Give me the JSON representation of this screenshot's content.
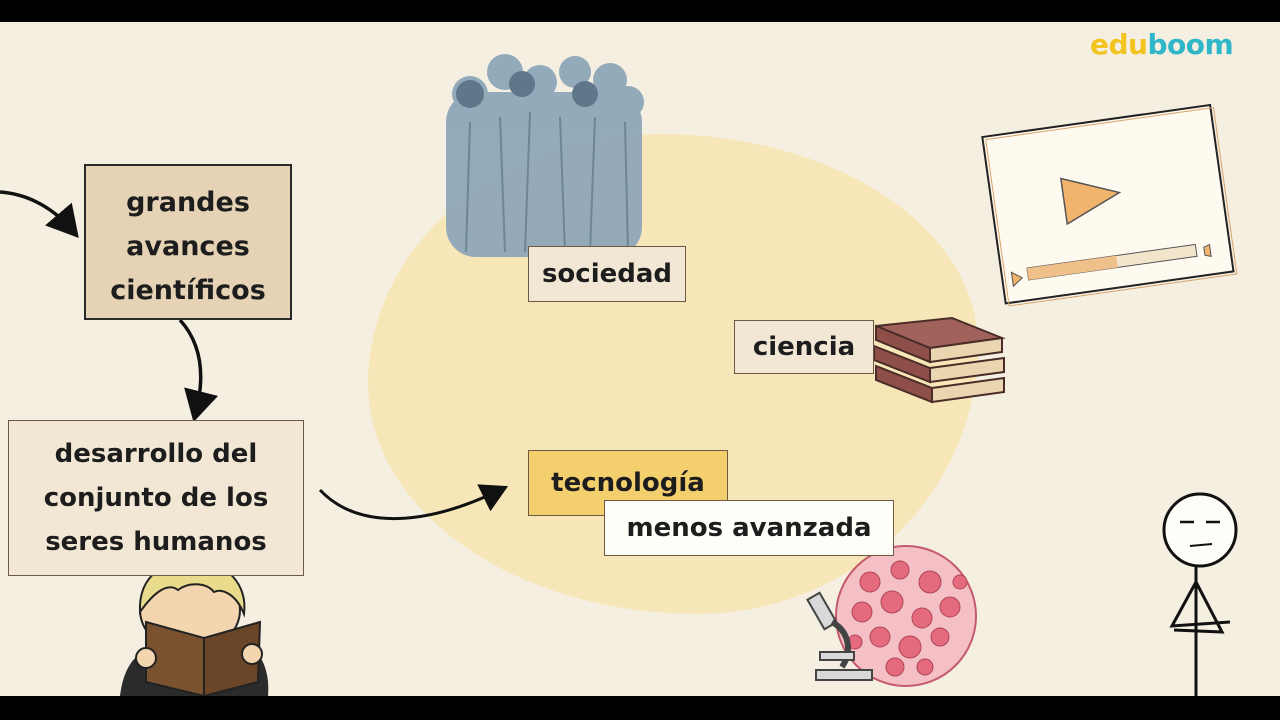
{
  "logo": {
    "part1": "edu",
    "part2": "boom"
  },
  "cards": {
    "avances": {
      "line1": "grandes",
      "line2": "avances",
      "line3": "científicos"
    },
    "desarrollo": {
      "line1": "desarrollo del",
      "line2": "conjunto de los",
      "line3": "seres humanos"
    },
    "sociedad": "sociedad",
    "ciencia": "ciencia",
    "tecnologia": "tecnología",
    "menos": "menos avanzada"
  },
  "colors": {
    "background": "#f5efe2",
    "blob": "#f7e5b0",
    "logo_edu": "#f2c41f",
    "logo_boom": "#2fb6c9",
    "card_tan": "#e6d3b6",
    "card_yellow": "#f4cf6e",
    "crowd": "#8ea7b8",
    "books": "#9c5a55",
    "cells": "#e46b7d"
  },
  "icons": {
    "crowd": "crowd-silhouette",
    "books": "book-stack",
    "video": "video-player-play",
    "microscope": "microscope",
    "cells": "cell-tissue-circle",
    "reader": "boy-reading-book",
    "stickman": "stick-figure-skeptical"
  }
}
